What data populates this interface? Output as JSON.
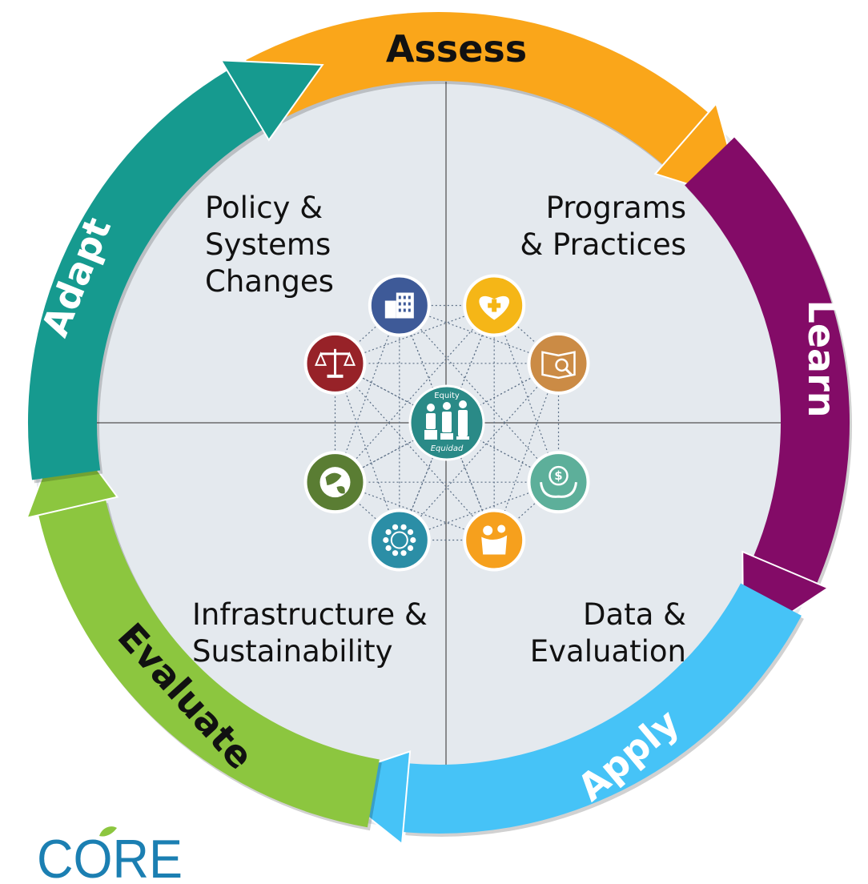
{
  "cycle": {
    "stages": [
      {
        "key": "assess",
        "label": "Assess",
        "color": "#faa61a",
        "text_color": "#111111"
      },
      {
        "key": "learn",
        "label": "Learn",
        "color": "#830b67",
        "text_color": "#ffffff"
      },
      {
        "key": "apply",
        "label": "Apply",
        "color": "#46c3f7",
        "text_color": "#ffffff"
      },
      {
        "key": "evaluate",
        "label": "Evaluate",
        "color": "#8cc63f",
        "text_color": "#111111"
      },
      {
        "key": "adapt",
        "label": "Adapt",
        "color": "#169a8f",
        "text_color": "#ffffff"
      }
    ]
  },
  "quadrants": {
    "top_left": [
      "Policy &",
      "Systems",
      "Changes"
    ],
    "top_right": [
      "Programs",
      "& Practices"
    ],
    "bottom_left": [
      "Infrastructure &",
      "Sustainability"
    ],
    "bottom_right": [
      "Data &",
      "Evaluation"
    ]
  },
  "center": {
    "top_text": "Equity",
    "bottom_text": "Equidad",
    "color": "#2a8a87",
    "icon": "people-equity-icon"
  },
  "network_icons": [
    {
      "key": "building",
      "icon": "building-icon",
      "color": "#3e5a98"
    },
    {
      "key": "heart",
      "icon": "heart-plus-icon",
      "color": "#f5b617"
    },
    {
      "key": "book",
      "icon": "book-magnifier-icon",
      "color": "#cb8b45"
    },
    {
      "key": "money",
      "icon": "hands-dollar-icon",
      "color": "#5daf9a"
    },
    {
      "key": "family",
      "icon": "family-icon",
      "color": "#f6a01d"
    },
    {
      "key": "community",
      "icon": "community-circle-icon",
      "color": "#2b8ea6"
    },
    {
      "key": "globe",
      "icon": "globe-leaf-icon",
      "color": "#5a7d33"
    },
    {
      "key": "justice",
      "icon": "scales-icon",
      "color": "#972228"
    }
  ],
  "logo": {
    "text": "CORE",
    "color": "#1b7fb2",
    "apple_color": "#8cc63f"
  }
}
